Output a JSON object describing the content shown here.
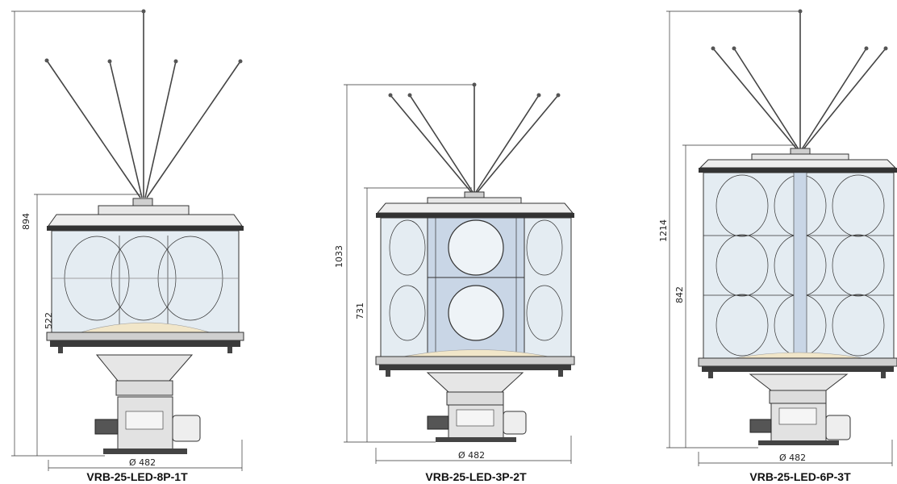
{
  "figures": [
    {
      "model": "VRB-25-LED-8P-1T",
      "height_total": "894",
      "height_body": "522",
      "diameter": "Ø 482"
    },
    {
      "model": "VRB-25-LED-3P-2T",
      "height_total": "1033",
      "height_body": "731",
      "diameter": "Ø 482"
    },
    {
      "model": "VRB-25-LED-6P-3T",
      "height_total": "1214",
      "height_body": "842",
      "diameter": "Ø 482"
    }
  ],
  "colors": {
    "line": "#333333",
    "glass": "#e4ecf2",
    "panel": "#c9d6e6",
    "base": "#d6d6d6"
  }
}
